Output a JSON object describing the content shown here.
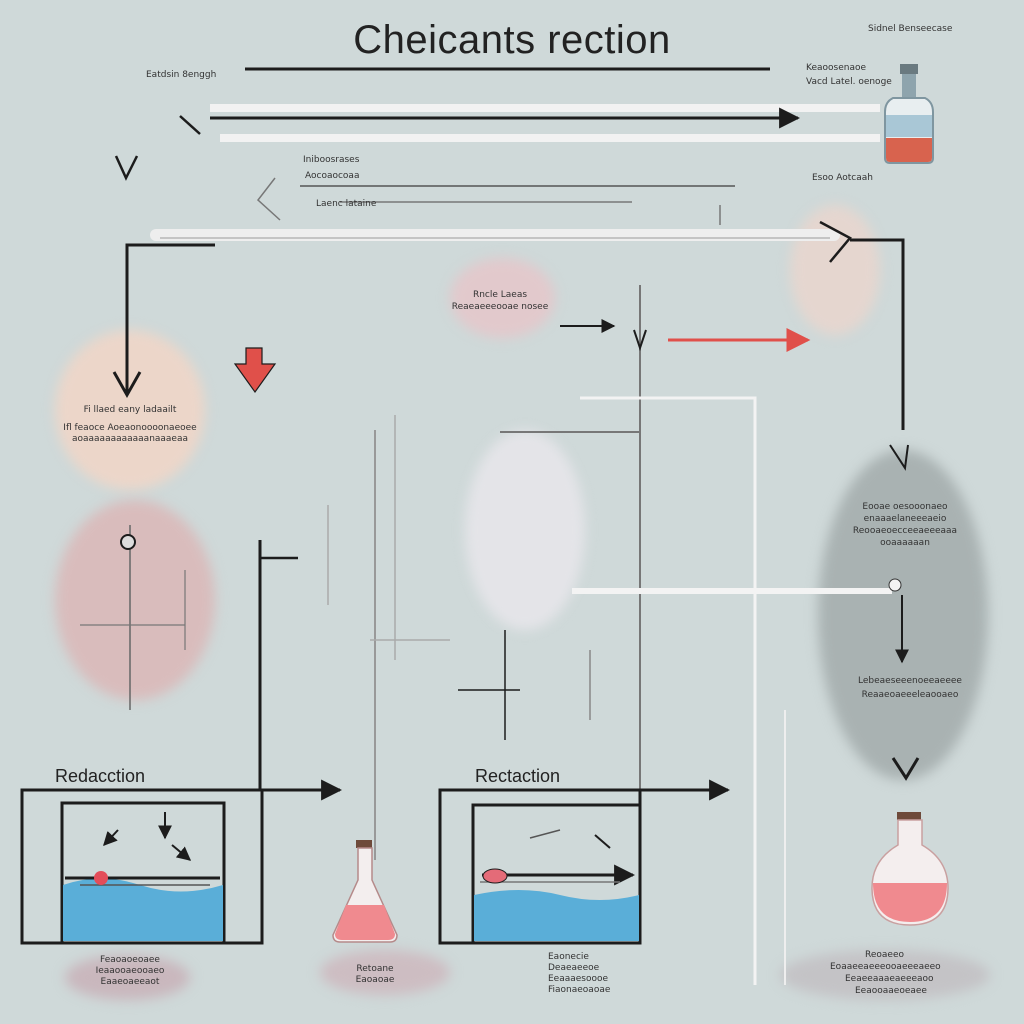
{
  "diagram": {
    "title": "Cheicants rection",
    "top_left_label": "Eatdsin 8enggh",
    "top_right_label": "Sidnel Benseecase",
    "top_right_sub": [
      "Keaoosenaoe",
      "Vacd Latel. oenoge"
    ],
    "upper_labels": [
      "Iniboosrases",
      "Aocoaocoaa",
      "Laenc lataine"
    ],
    "right_upper_label": "Esoo Aotcaah",
    "center_blob_label": [
      "Rncle Laeas",
      "Reaeaeeeooae nosee"
    ],
    "left_blob_label": [
      "Fi llaed eany ladaailt",
      "Ifl feaoce Aoeaonoooonaeoee",
      "aoaaaaaaaaaaaanaaaeaa"
    ],
    "right_blob_label": [
      "Eooae oesooonaeo",
      "enaaaelaneeeaeio",
      "Reooaeoecceeaeeeaaa",
      "ooaaaaaan"
    ],
    "right_mid_label": [
      "Lebeaeseeenoeeaeeee",
      "Reaaeoaeeeleaooaeo"
    ],
    "reaction_left": "Redacction",
    "reaction_mid": "Rectaction",
    "bottom_labels_left": [
      "Feaoaoeoaee",
      "Ieaaooaeooaeo",
      "Eaaeoaeeaot"
    ],
    "bottom_labels_flask": [
      "Retoane",
      "Eaoaoae"
    ],
    "bottom_labels_mid": [
      "Eaonecie",
      "Deaeaeeoe",
      "Eeaaaesoooe",
      "Fiaonaeoaoae"
    ],
    "bottom_labels_right": [
      "Reoaeeo",
      "Eoaaeeaeeeooaeeeaeeo",
      "Eeaeeaaaeaeeeaoo",
      "Eeaooaaeoeaee"
    ]
  },
  "colors": {
    "background": "#cfd9d9",
    "line": "#1c1c1c",
    "red_arrow": "#e0504a",
    "liquid_blue": "#5aaed8",
    "liquid_pink": "#f08a8f"
  }
}
